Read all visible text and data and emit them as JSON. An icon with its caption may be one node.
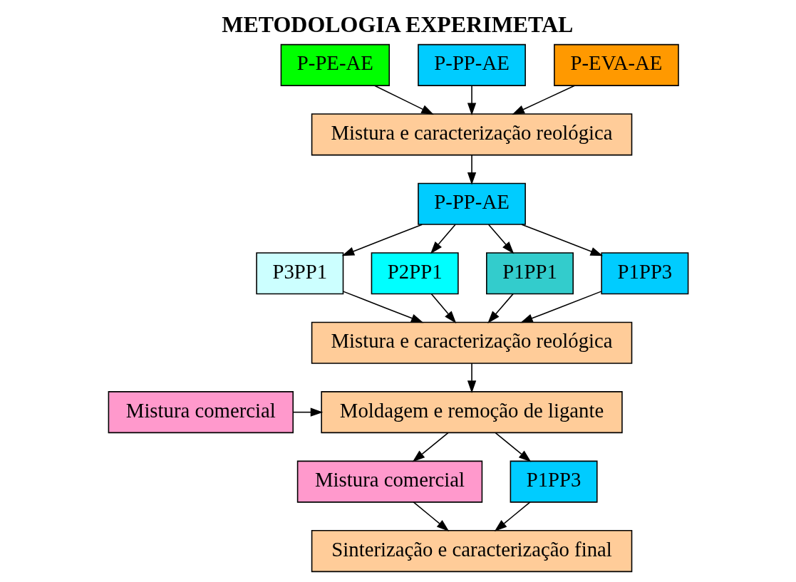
{
  "diagram": {
    "title": "METODOLOGIA EXPERIMETAL",
    "nodes": [
      {
        "text": [
          "P-PE-AE"
        ]
      },
      {
        "text": [
          "P-PP-AE"
        ]
      },
      {
        "text": [
          "P-EVA-AE"
        ]
      },
      {
        "text": [
          "Mistura e caracterização reológica"
        ]
      },
      {
        "text": [
          "P-PP-AE"
        ]
      },
      {
        "text": [
          "P3PP1"
        ]
      },
      {
        "text": [
          "P2PP1"
        ]
      },
      {
        "text": [
          "P1PP1"
        ]
      },
      {
        "text": [
          "P1PP3"
        ]
      },
      {
        "text": [
          "Mistura e caracterização reológica"
        ]
      },
      {
        "text": [
          "Moldagem e remoção de ligante"
        ]
      },
      {
        "text": [
          "Mistura comercial"
        ]
      },
      {
        "text": [
          "Mistura comercial"
        ]
      },
      {
        "text": [
          "P1PP3"
        ]
      },
      {
        "text": [
          "Sinterização e caracterização final"
        ]
      }
    ],
    "edges": [
      {
        "from": 0,
        "to": 3,
        "arrow": "to"
      },
      {
        "from": 1,
        "to": 3,
        "arrow": "to"
      },
      {
        "from": 2,
        "to": 3,
        "arrow": "to"
      },
      {
        "from": 3,
        "to": 4,
        "arrow": "to"
      },
      {
        "from": 4,
        "to": 5,
        "arrow": "to"
      },
      {
        "from": 4,
        "to": 6,
        "arrow": "to"
      },
      {
        "from": 4,
        "to": 7,
        "arrow": "to"
      },
      {
        "from": 4,
        "to": 8,
        "arrow": "to"
      },
      {
        "from": 5,
        "to": 9,
        "arrow": "to"
      },
      {
        "from": 6,
        "to": 9,
        "arrow": "to"
      },
      {
        "from": 7,
        "to": 9,
        "arrow": "to"
      },
      {
        "from": 8,
        "to": 9,
        "arrow": "to"
      },
      {
        "from": 9,
        "to": 10,
        "arrow": "to"
      },
      {
        "from": 11,
        "to": 10,
        "arrow": "to"
      },
      {
        "from": 10,
        "to": 12,
        "arrow": "to"
      },
      {
        "from": 10,
        "to": 13,
        "arrow": "to"
      },
      {
        "from": 12,
        "to": 14,
        "arrow": "to"
      },
      {
        "from": 13,
        "to": 14,
        "arrow": "to"
      }
    ]
  }
}
